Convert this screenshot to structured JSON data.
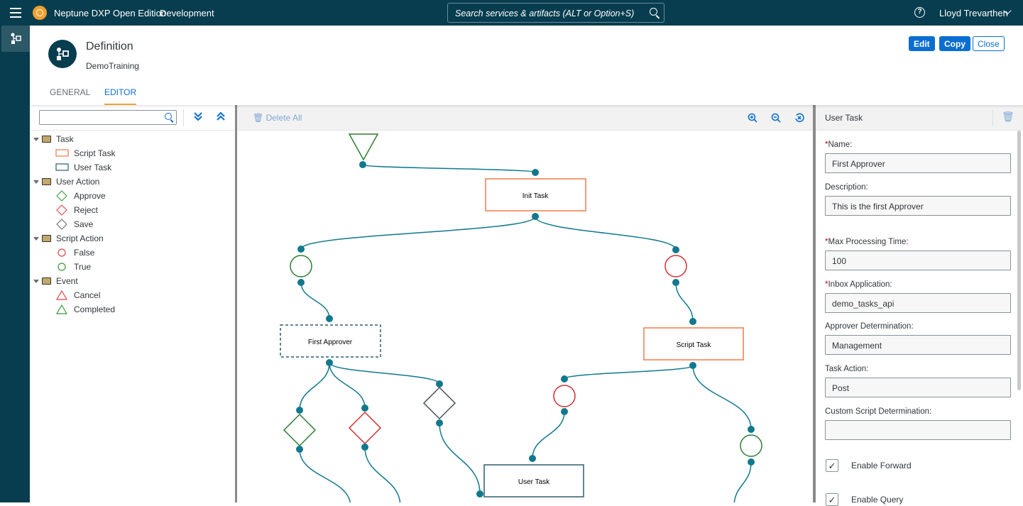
{
  "shell": {
    "app_title": "Neptune DXP Open Edition",
    "environment": "Development",
    "search_placeholder": "Search services & artifacts (ALT or Option+S)",
    "help": "?",
    "user": "Lloyd Trevarthen"
  },
  "header": {
    "title": "Definition",
    "subtitle": "DemoTraining",
    "tabs": [
      {
        "label": "GENERAL"
      },
      {
        "label": "EDITOR",
        "active": true
      }
    ],
    "buttons": {
      "edit": "Edit",
      "copy": "Copy",
      "close": "Close"
    }
  },
  "palette": {
    "search_value": "",
    "groups": [
      {
        "label": "Task",
        "items": [
          {
            "label": "Script Task",
            "shape": "rect",
            "color": "#f07a4b"
          },
          {
            "label": "User Task",
            "shape": "rect",
            "color": "#2c5d6e"
          }
        ]
      },
      {
        "label": "User Action",
        "items": [
          {
            "label": "Approve",
            "shape": "diamond",
            "color": "#3a9a3a"
          },
          {
            "label": "Reject",
            "shape": "diamond",
            "color": "#e04444"
          },
          {
            "label": "Save",
            "shape": "diamond",
            "color": "#6a6d78"
          }
        ]
      },
      {
        "label": "Script Action",
        "items": [
          {
            "label": "False",
            "shape": "circle",
            "color": "#e04444"
          },
          {
            "label": "True",
            "shape": "circle",
            "color": "#3a9a3a"
          }
        ]
      },
      {
        "label": "Event",
        "items": [
          {
            "label": "Cancel",
            "shape": "triangle",
            "color": "#e04444"
          },
          {
            "label": "Completed",
            "shape": "triangle",
            "color": "#3a9a3a"
          }
        ]
      }
    ]
  },
  "canvas": {
    "delete_all": "Delete All",
    "nodes": {
      "init": "Init Task",
      "first_approver": "First Approver",
      "script_task": "Script Task",
      "user_task": "User Task"
    },
    "edge_color": "#11788d"
  },
  "properties": {
    "title": "User Task",
    "fields": [
      {
        "label": "Name:",
        "required": true,
        "value": "First Approver"
      },
      {
        "label": "Description:",
        "required": false,
        "value": "This is the first Approver"
      },
      {
        "label": "Max Processing Time:",
        "required": true,
        "value": "100"
      },
      {
        "label": "Inbox Application:",
        "required": true,
        "value": "demo_tasks_api"
      },
      {
        "label": "Approver Determination:",
        "required": false,
        "value": "Management"
      },
      {
        "label": "Task Action:",
        "required": false,
        "value": "Post"
      },
      {
        "label": "Custom Script Determination:",
        "required": false,
        "value": ""
      }
    ],
    "checkboxes": [
      {
        "label": "Enable Forward",
        "checked": true
      },
      {
        "label": "Enable Query",
        "checked": true
      }
    ]
  }
}
